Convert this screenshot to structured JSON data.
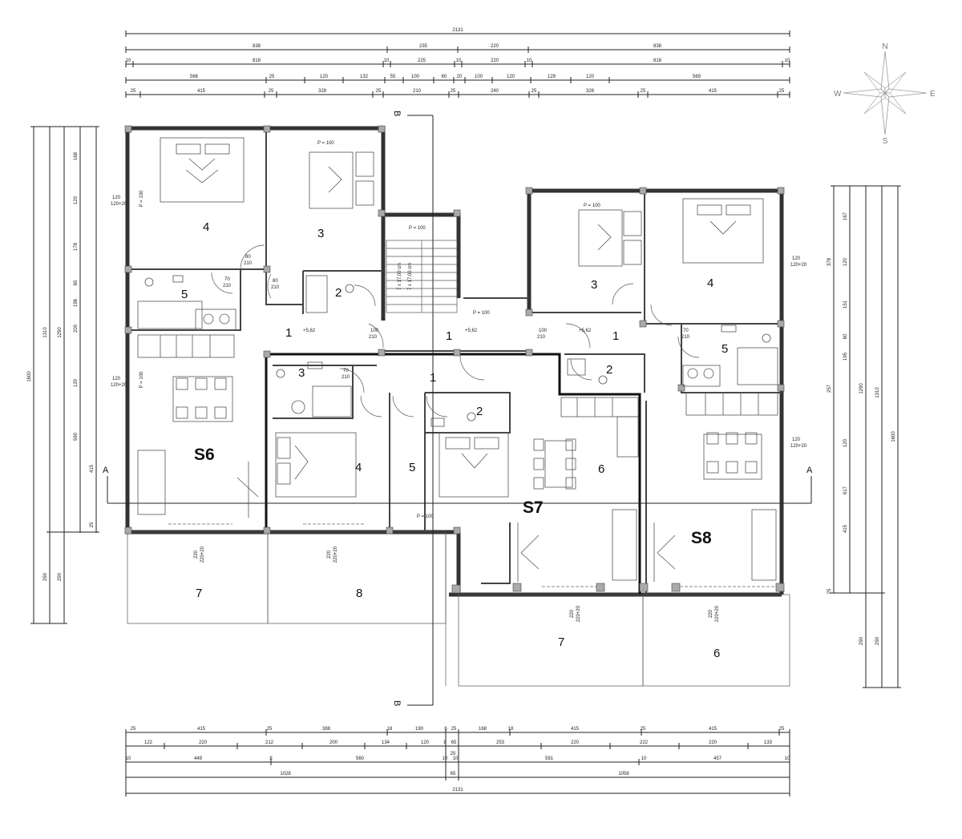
{
  "plan": {
    "units": [
      {
        "label": "S6"
      },
      {
        "label": "S7"
      },
      {
        "label": "S8"
      }
    ],
    "room_numbers": {
      "s6_bed_left": "4",
      "s6_bed_right": "3",
      "s6_bath": "5",
      "s6_wc": "2",
      "s6_hall": "1",
      "s6_living": "S6",
      "s6_terrace": "7",
      "s6_terrace2": "8",
      "stair_hall": "1",
      "s8_hall": "1",
      "s8_bed_left": "3",
      "s8_bed_right": "4",
      "s8_bath": "5",
      "s8_wc": "2",
      "s7_room3": "3",
      "s7_hall": "1",
      "s7_wc": "2",
      "s7_bed": "4",
      "s7_room5": "5",
      "s7_living": "6",
      "s7_terrace": "7",
      "s8_terrace": "6"
    },
    "level_marks": [
      "+5,62",
      "+5,62",
      "+5,62"
    ],
    "section_marks": {
      "a_left": "A",
      "a_right": "A",
      "b_top": "B",
      "b_bottom": "B"
    },
    "compass": {
      "n": "N",
      "s": "S",
      "e": "E",
      "w": "W"
    },
    "stair_labels": [
      "7 x 17,00 cm",
      "7 x 17,00 cm"
    ],
    "p100": "P = 100"
  },
  "dimensions": {
    "top_total": "2131",
    "top_row1": [
      "838",
      "235",
      "220",
      "838"
    ],
    "top_row2": [
      "10",
      "818",
      "10",
      "225",
      "10",
      "220",
      "10",
      "818",
      "10"
    ],
    "top_row3": [
      "566",
      "25",
      "120",
      "132",
      "55",
      "100",
      "60",
      "20",
      "100",
      "120",
      "129",
      "120",
      "569"
    ],
    "top_row4": [
      "25",
      "415",
      "25",
      "328",
      "25",
      "210",
      "25",
      "240",
      "25",
      "328",
      "25",
      "415",
      "25"
    ],
    "bottom_row1": [
      "25",
      "415",
      "25",
      "388",
      "18",
      "190",
      "6",
      "25",
      "168",
      "18",
      "415",
      "25",
      "415",
      "25"
    ],
    "bottom_row2": [
      "122",
      "220",
      "212",
      "200",
      "134",
      "120",
      "8",
      "65",
      "253",
      "220",
      "222",
      "220",
      "133"
    ],
    "bottom_row2b": "25",
    "bottom_row3": [
      "10",
      "449",
      "8",
      "560",
      "10",
      "10",
      "591",
      "10",
      "457",
      "10"
    ],
    "bottom_row4": [
      "1028",
      "65",
      "1058"
    ],
    "bottom_total": "2131",
    "left_col1": "1600",
    "left_col2": [
      "1310",
      "290"
    ],
    "left_col3": [
      "1290",
      "290"
    ],
    "left_col4": [
      "168",
      "120",
      "178",
      "60",
      "196",
      "200",
      "120",
      "590",
      "415",
      "25"
    ],
    "right_col1": "1600",
    "right_col2": [
      "1310",
      "290"
    ],
    "right_col3": [
      "1290",
      "290"
    ],
    "right_col4": [
      "167",
      "378",
      "120",
      "151",
      "60",
      "195",
      "120",
      "257",
      "617",
      "415",
      "25"
    ],
    "window_tags": [
      "120",
      "120+20"
    ],
    "door_tags": [
      "80",
      "210",
      "70",
      "210",
      "100",
      "210"
    ],
    "terrace_tags": [
      "220",
      "220+20",
      "120",
      "120+20"
    ]
  }
}
